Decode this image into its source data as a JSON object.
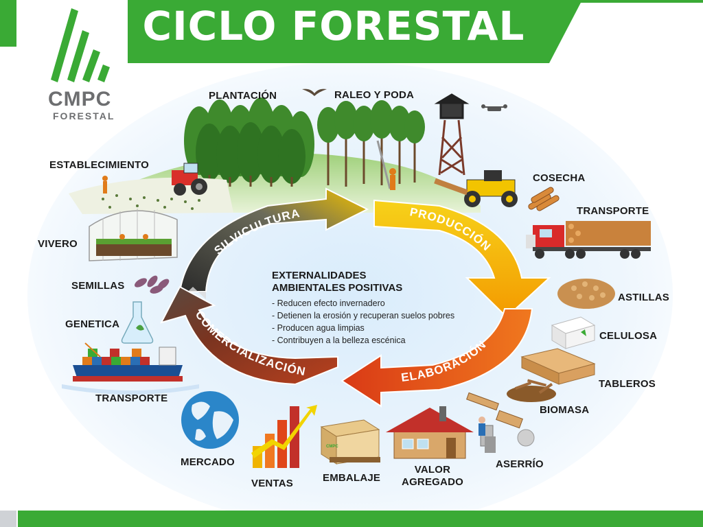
{
  "title": "CICLO FORESTAL",
  "logo": {
    "name": "CMPC",
    "subtitle": "FORESTAL",
    "crate_mark": "CMPC"
  },
  "colors": {
    "brand_green": "#3aaa35",
    "silvicultura": "#3d3d3d",
    "produccion": "#f2b500",
    "elaboracion": "#e0521a",
    "comercializacion": "#8b2e1f"
  },
  "cycle": [
    {
      "label": "SILVICULTURA"
    },
    {
      "label": "PRODUCCIÓN"
    },
    {
      "label": "ELABORACIÓN"
    },
    {
      "label": "COMERCIALIZACIÓN"
    }
  ],
  "externalities": {
    "title": "EXTERNALIDADES\nAMBIENTALES POSITIVAS",
    "items": [
      "- Reducen efecto invernadero",
      "- Detienen la erosión y recuperan suelos pobres",
      "- Producen agua limpias",
      "- Contribuyen a la belleza escénica"
    ]
  },
  "labels": {
    "plantacion": "PLANTACIÓN",
    "raleo_poda": "RALEO Y PODA",
    "establecimiento": "ESTABLECIMIENTO",
    "cosecha": "COSECHA",
    "transporte_camion": "TRANSPORTE",
    "vivero": "VIVERO",
    "semillas": "SEMILLAS",
    "astillas": "ASTILLAS",
    "genetica": "GENETICA",
    "celulosa": "CELULOSA",
    "tableros": "TABLEROS",
    "transporte_barco": "TRANSPORTE",
    "biomasa": "BIOMASA",
    "mercado": "MERCADO",
    "aserrio": "ASERRÍO",
    "ventas": "VENTAS",
    "embalaje": "EMBALAJE",
    "valor_agregado": "VALOR\nAGREGADO"
  },
  "icons": [
    "logo-mark-icon",
    "pine-forest-icon",
    "bird-icon",
    "drone-icon",
    "watch-tower-icon",
    "tractor-icon",
    "skidder-icon",
    "log-pile-icon",
    "log-truck-icon",
    "greenhouse-icon",
    "seeds-icon",
    "flask-icon",
    "cargo-ship-icon",
    "globe-icon",
    "sales-chart-icon",
    "crate-icon",
    "house-icon",
    "sawmill-icon",
    "wood-chips-icon",
    "pulp-bale-icon",
    "wood-boards-icon",
    "biomass-icon"
  ]
}
